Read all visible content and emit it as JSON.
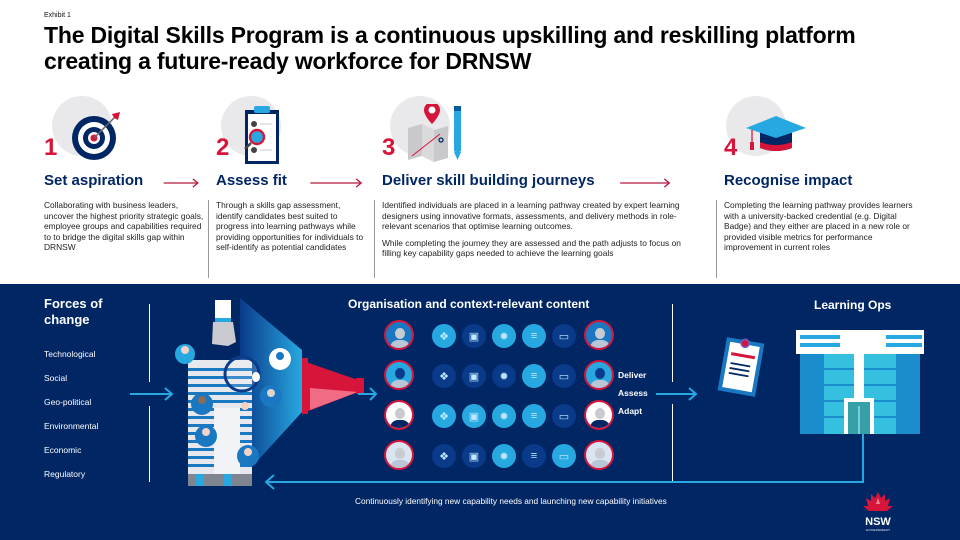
{
  "header": {
    "exhibit": "Exhibit 1",
    "title": "The Digital Skills Program is a continuous upskilling and reskilling platform creating a future-ready workforce for DRNSW"
  },
  "steps": [
    {
      "number": "1",
      "icon": "target-icon",
      "title": "Set aspiration",
      "description": [
        "Collaborating with business leaders, uncover the highest priority strategic goals, employee groups and capabilities required to to bridge the digital skills gap within DRNSW"
      ]
    },
    {
      "number": "2",
      "icon": "clipboard-magnifier-icon",
      "title": "Assess fit",
      "description": [
        "Through a skills gap assessment, identify candidates best suited to progress into learning pathways while providing opportunities for individuals to self-identify as potential candidates"
      ]
    },
    {
      "number": "3",
      "icon": "map-pin-icon",
      "title": "Deliver skill building journeys",
      "description": [
        "Identified individuals are placed in a learning pathway created by expert learning designers using innovative formats, assessments, and delivery methods in role-relevant scenarios that optimise learning outcomes.",
        "While completing the journey they are assessed and the path adjusts to focus on filling key capability gaps needed to achieve the learning goals"
      ]
    },
    {
      "number": "4",
      "icon": "graduation-cap-icon",
      "title": "Recognise impact",
      "description": [
        "Completing the learning pathway provides learners with a university-backed credential (e.g. Digital Badge) and they either are placed in a new role or provided visible metrics for performance improvement in current roles"
      ]
    }
  ],
  "bottom_panel": {
    "forces_title_line1": "Forces of",
    "forces_title_line2": "change",
    "forces": [
      "Technological",
      "Social",
      "Geo-political",
      "Environmental",
      "Economic",
      "Regulatory"
    ],
    "content_title": "Organisation and context-relevant content",
    "actions": [
      "Deliver",
      "Assess",
      "Adapt"
    ],
    "ops_title": "Learning Ops",
    "caption": "Continuously identifying new capability needs and launching new capability initiatives",
    "logo_text": "NSW",
    "logo_sub": "GOVERNMENT"
  },
  "content_grid": {
    "row_dots": [
      [
        "light",
        "dark",
        "light",
        "light",
        "dark"
      ],
      [
        "dark",
        "dark",
        "dark",
        "light",
        "dark"
      ],
      [
        "light",
        "light",
        "light",
        "light",
        "dark"
      ],
      [
        "dark",
        "dark",
        "light",
        "dark",
        "light"
      ]
    ],
    "dot_icons": [
      "cubes-icon",
      "presentation-icon",
      "lightbulb-icon",
      "database-icon",
      "laptop-icon"
    ]
  },
  "colors": {
    "navy": "#002664",
    "red": "#d7153a",
    "light_blue": "#27a8e0",
    "dark_dot": "#0a3a8a"
  }
}
